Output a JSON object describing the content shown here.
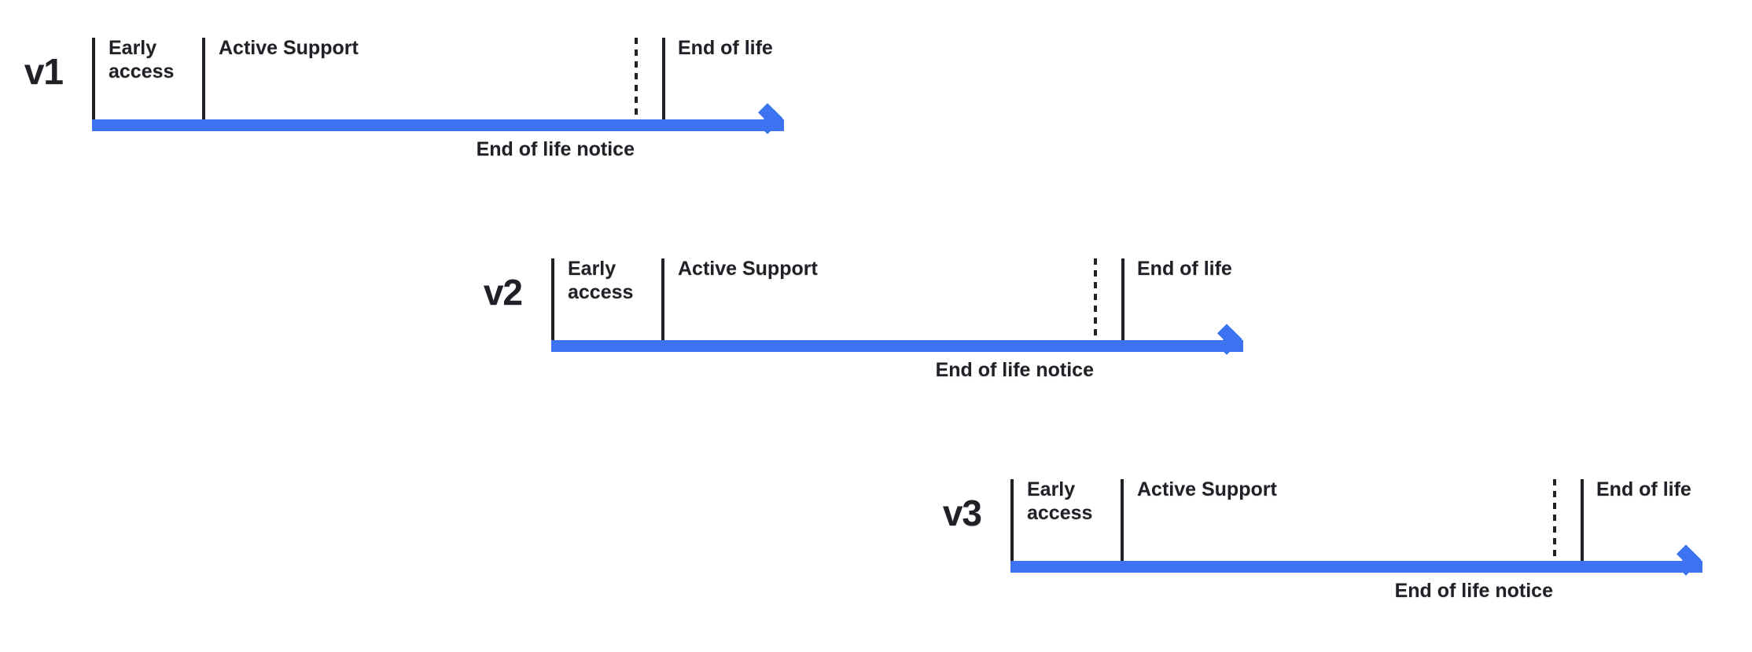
{
  "colors": {
    "accent": "#3D73F0",
    "ink": "#1F2126",
    "background": "#FFFFFF"
  },
  "timelines": [
    {
      "version": "v1",
      "early_access_label": "Early access",
      "active_support_label": "Active Support",
      "end_of_life_label": "End of life",
      "end_of_life_notice_label": "End of life notice"
    },
    {
      "version": "v2",
      "early_access_label": "Early access",
      "active_support_label": "Active Support",
      "end_of_life_label": "End of life",
      "end_of_life_notice_label": "End of life notice"
    },
    {
      "version": "v3",
      "early_access_label": "Early access",
      "active_support_label": "Active Support",
      "end_of_life_label": "End of life",
      "end_of_life_notice_label": "End of life notice"
    }
  ]
}
